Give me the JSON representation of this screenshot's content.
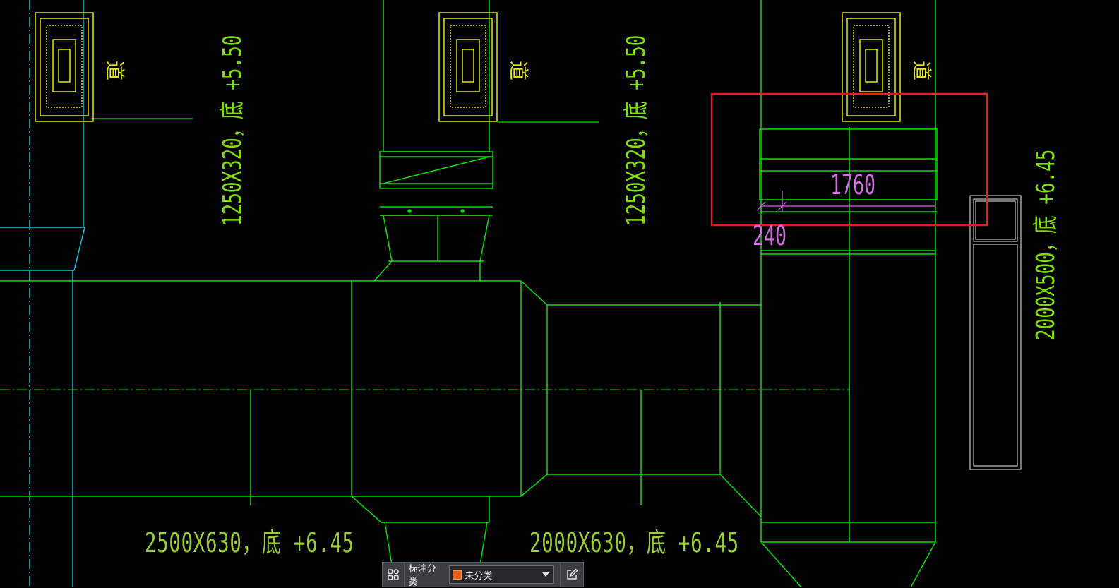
{
  "drawing": {
    "duct_labels": {
      "bottom_left": "2500X630，底 +6.45",
      "bottom_middle": "2000X630，底 +6.45",
      "vertical_left": "1250X320，底 +5.50",
      "vertical_middle": "1250X320，底 +5.50",
      "vertical_right": "2000X500，底 +6.45"
    },
    "dimensions": {
      "width_value": "1760",
      "offset_value": "240"
    },
    "diffuser_tag": "道",
    "colors": {
      "duct": "#00E000",
      "label": "#9ACD32",
      "dimension": "#D070E0",
      "diffuser": "#E8E800",
      "selection": "#E02020",
      "axis": "#00C8E0"
    }
  },
  "toolbar": {
    "grid_icon": "grid-icon",
    "category_label": "标注分类",
    "category_value": "未分类",
    "category_color": "#E8601C",
    "edit_icon": "edit-icon"
  }
}
